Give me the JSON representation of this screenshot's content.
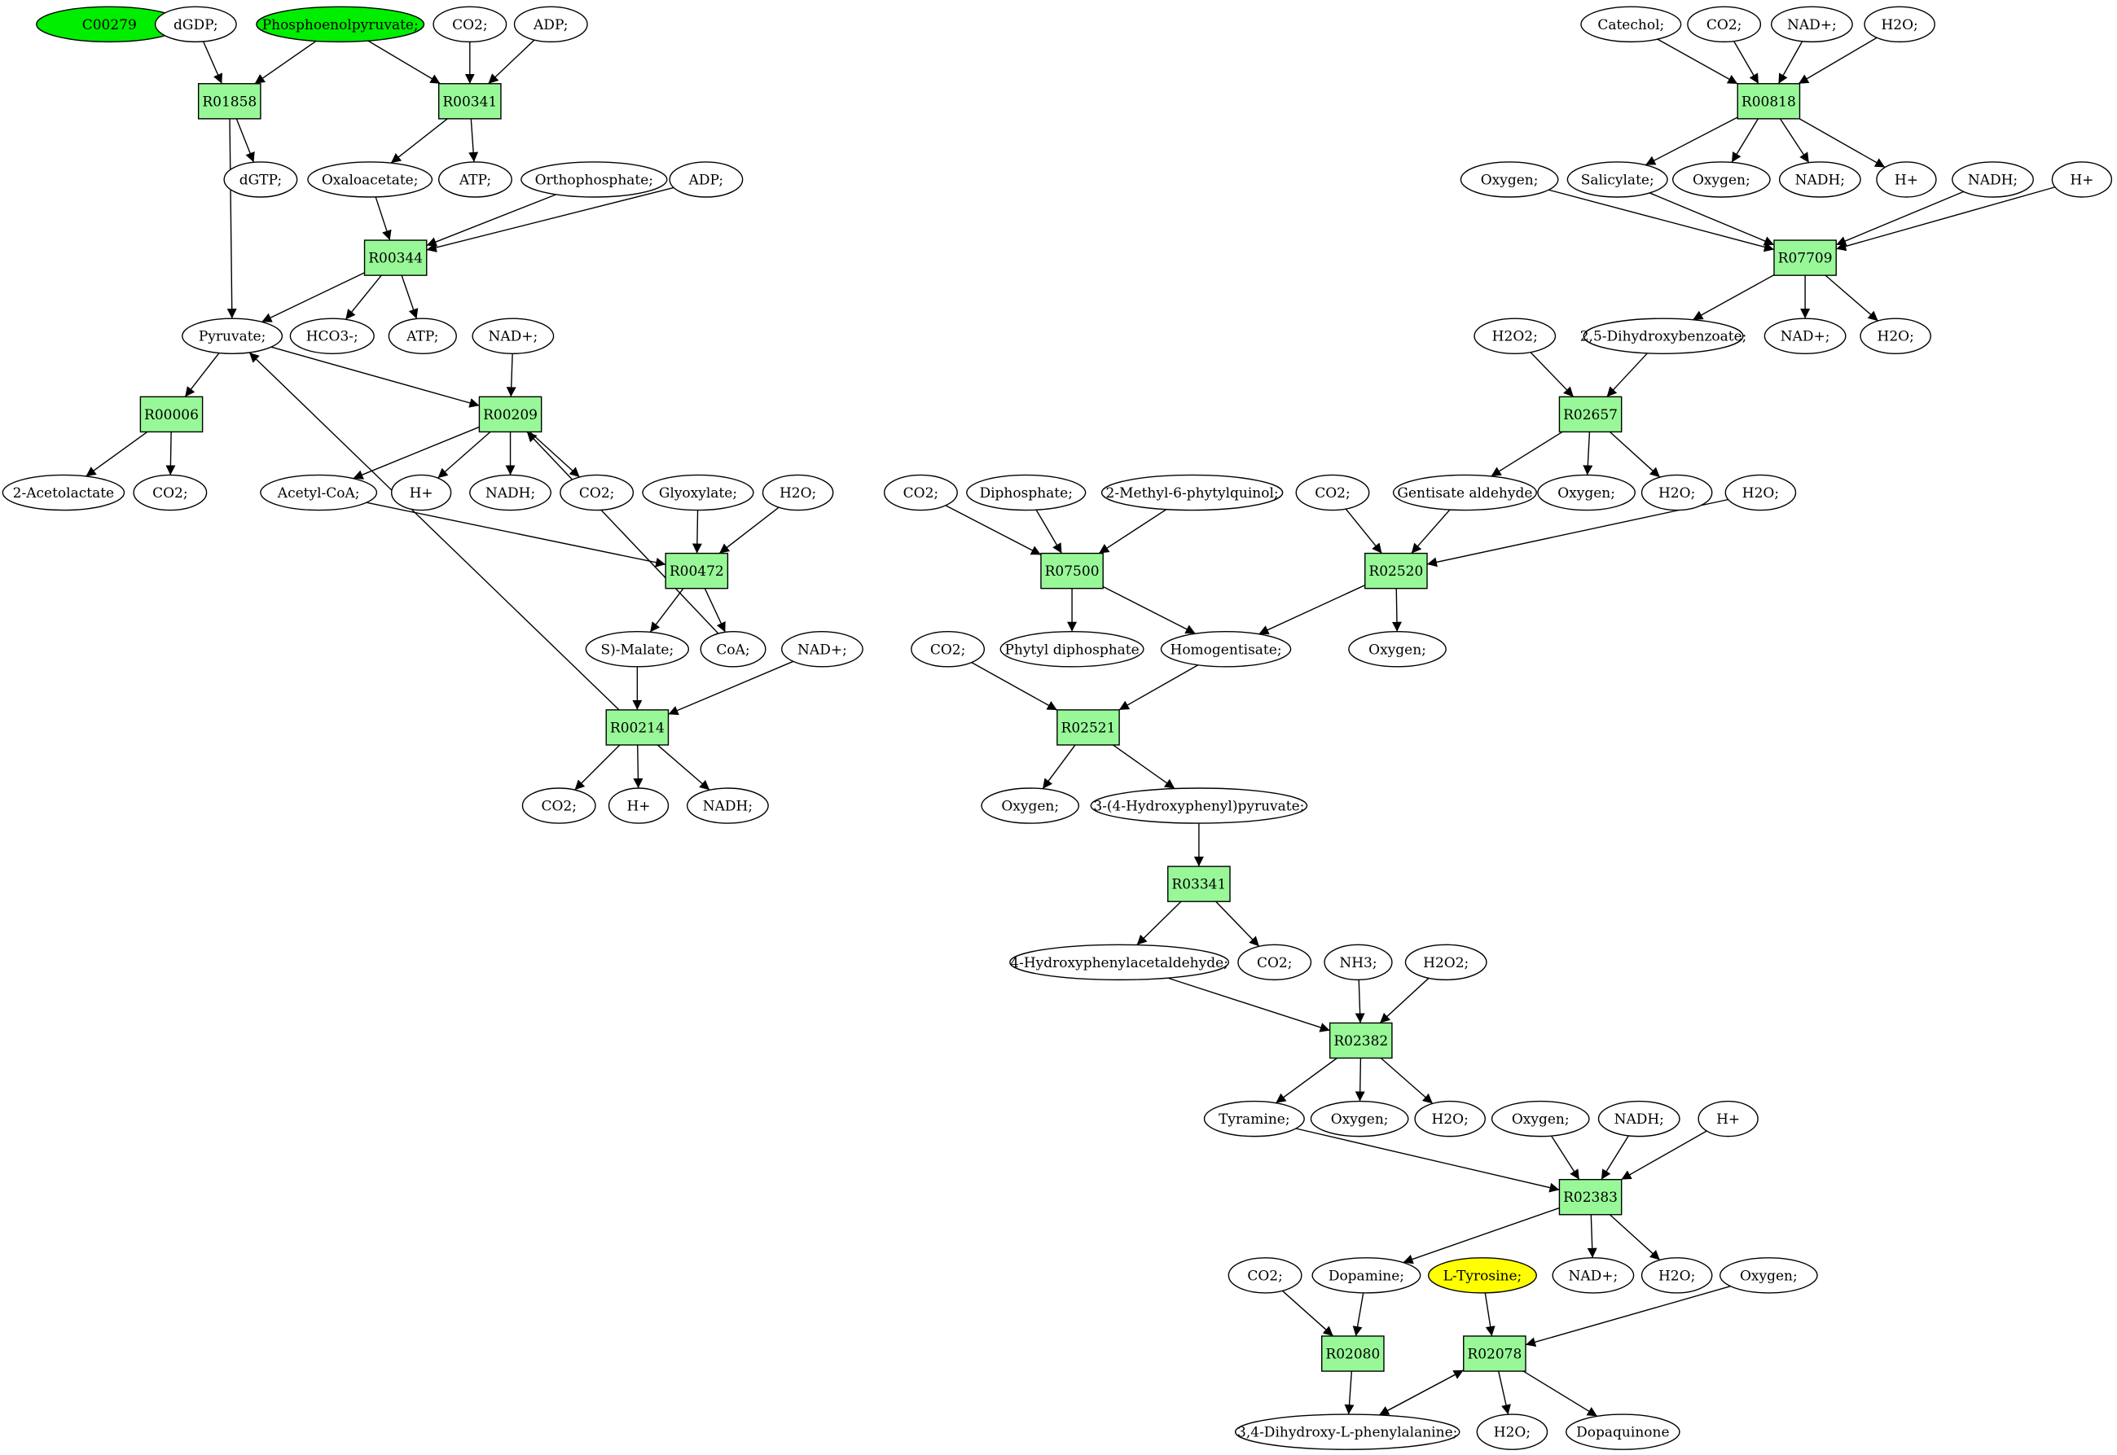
{
  "colors": {
    "reaction_fill": "#98f898",
    "compound_fill": "#ffffff",
    "highlight_green": "#00ee00",
    "highlight_yellow": "#ffff00",
    "stroke": "#000000"
  },
  "compounds": [
    {
      "id": "c_C00279",
      "label": "C00279",
      "fill": "green"
    },
    {
      "id": "c_dGDP",
      "label": "dGDP;"
    },
    {
      "id": "c_PEP",
      "label": "Phosphoenolpyruvate;",
      "fill": "green"
    },
    {
      "id": "c_CO2_a",
      "label": "CO2;"
    },
    {
      "id": "c_ADP_a",
      "label": "ADP;"
    },
    {
      "id": "c_dGTP",
      "label": "dGTP;"
    },
    {
      "id": "c_Oxaloacetate",
      "label": "Oxaloacetate;"
    },
    {
      "id": "c_ATP_a",
      "label": "ATP;"
    },
    {
      "id": "c_Orthophosphate",
      "label": "Orthophosphate;"
    },
    {
      "id": "c_ADP_b",
      "label": "ADP;"
    },
    {
      "id": "c_Pyruvate",
      "label": "Pyruvate;"
    },
    {
      "id": "c_HCO3",
      "label": "HCO3-;"
    },
    {
      "id": "c_ATP_b",
      "label": "ATP;"
    },
    {
      "id": "c_NADp_a",
      "label": "NAD+;"
    },
    {
      "id": "c_Acetolactate",
      "label": "2-Acetolactate"
    },
    {
      "id": "c_CO2_b",
      "label": "CO2;"
    },
    {
      "id": "c_AcetylCoA",
      "label": "Acetyl-CoA;"
    },
    {
      "id": "c_Hp_a",
      "label": "H+"
    },
    {
      "id": "c_NADH_a",
      "label": "NADH;"
    },
    {
      "id": "c_CO2_c",
      "label": "CO2;"
    },
    {
      "id": "c_Glyoxylate",
      "label": "Glyoxylate;"
    },
    {
      "id": "c_H2O_a",
      "label": "H2O;"
    },
    {
      "id": "c_SMalate",
      "label": "S)-Malate;"
    },
    {
      "id": "c_CoA",
      "label": "CoA;"
    },
    {
      "id": "c_NADp_b",
      "label": "NAD+;"
    },
    {
      "id": "c_CO2_d",
      "label": "CO2;"
    },
    {
      "id": "c_Hp_b",
      "label": "H+"
    },
    {
      "id": "c_NADH_b",
      "label": "NADH;"
    },
    {
      "id": "c_Catechol",
      "label": "Catechol;"
    },
    {
      "id": "c_CO2_e",
      "label": "CO2;"
    },
    {
      "id": "c_NADp_c",
      "label": "NAD+;"
    },
    {
      "id": "c_H2O_b",
      "label": "H2O;"
    },
    {
      "id": "c_Oxygen_a",
      "label": "Oxygen;"
    },
    {
      "id": "c_Salicylate",
      "label": "Salicylate;"
    },
    {
      "id": "c_Oxygen_b",
      "label": "Oxygen;"
    },
    {
      "id": "c_NADH_c",
      "label": "NADH;"
    },
    {
      "id": "c_Hp_c",
      "label": "H+"
    },
    {
      "id": "c_NADH_d",
      "label": "NADH;"
    },
    {
      "id": "c_Hp_d",
      "label": "H+"
    },
    {
      "id": "c_H2O2_a",
      "label": "H2O2;"
    },
    {
      "id": "c_DHB",
      "label": "2,5-Dihydroxybenzoate;"
    },
    {
      "id": "c_NADp_d",
      "label": "NAD+;"
    },
    {
      "id": "c_H2O_c",
      "label": "H2O;"
    },
    {
      "id": "c_CO2_f",
      "label": "CO2;"
    },
    {
      "id": "c_Diphosphate",
      "label": "Diphosphate;"
    },
    {
      "id": "c_MPQ",
      "label": "2-Methyl-6-phytylquinol;"
    },
    {
      "id": "c_CO2_g",
      "label": "CO2;"
    },
    {
      "id": "c_GentAld",
      "label": "Gentisate aldehyde"
    },
    {
      "id": "c_Oxygen_c",
      "label": "Oxygen;"
    },
    {
      "id": "c_H2O_d",
      "label": "H2O;"
    },
    {
      "id": "c_H2O_e",
      "label": "H2O;"
    },
    {
      "id": "c_PhytylDP",
      "label": "Phytyl diphosphate"
    },
    {
      "id": "c_Homogentisate",
      "label": "Homogentisate;"
    },
    {
      "id": "c_Oxygen_d",
      "label": "Oxygen;"
    },
    {
      "id": "c_CO2_h",
      "label": "CO2;"
    },
    {
      "id": "c_Oxygen_e",
      "label": "Oxygen;"
    },
    {
      "id": "c_HPP",
      "label": "3-(4-Hydroxyphenyl)pyruvate;"
    },
    {
      "id": "c_HPA",
      "label": "4-Hydroxyphenylacetaldehyde;"
    },
    {
      "id": "c_CO2_i",
      "label": "CO2;"
    },
    {
      "id": "c_NH3",
      "label": "NH3;"
    },
    {
      "id": "c_H2O2_b",
      "label": "H2O2;"
    },
    {
      "id": "c_Tyramine",
      "label": "Tyramine;"
    },
    {
      "id": "c_Oxygen_f",
      "label": "Oxygen;"
    },
    {
      "id": "c_H2O_f",
      "label": "H2O;"
    },
    {
      "id": "c_Oxygen_g",
      "label": "Oxygen;"
    },
    {
      "id": "c_NADH_e",
      "label": "NADH;"
    },
    {
      "id": "c_Hp_e",
      "label": "H+"
    },
    {
      "id": "c_CO2_j",
      "label": "CO2;"
    },
    {
      "id": "c_Dopamine",
      "label": "Dopamine;"
    },
    {
      "id": "c_LTyrosine",
      "label": "L-Tyrosine;",
      "fill": "yellow"
    },
    {
      "id": "c_NADp_e",
      "label": "NAD+;"
    },
    {
      "id": "c_H2O_g",
      "label": "H2O;"
    },
    {
      "id": "c_Oxygen_h",
      "label": "Oxygen;"
    },
    {
      "id": "c_LDOPA",
      "label": "3,4-Dihydroxy-L-phenylalanine;"
    },
    {
      "id": "c_H2O_h",
      "label": "H2O;"
    },
    {
      "id": "c_Dopaquinone",
      "label": "Dopaquinone"
    }
  ],
  "reactions": [
    {
      "id": "R01858",
      "label": "R01858"
    },
    {
      "id": "R00341",
      "label": "R00341"
    },
    {
      "id": "R00344",
      "label": "R00344"
    },
    {
      "id": "R00006",
      "label": "R00006"
    },
    {
      "id": "R00209",
      "label": "R00209"
    },
    {
      "id": "R00472",
      "label": "R00472"
    },
    {
      "id": "R00214",
      "label": "R00214"
    },
    {
      "id": "R00818",
      "label": "R00818"
    },
    {
      "id": "R07709",
      "label": "R07709"
    },
    {
      "id": "R02657",
      "label": "R02657"
    },
    {
      "id": "R07500",
      "label": "R07500"
    },
    {
      "id": "R02520",
      "label": "R02520"
    },
    {
      "id": "R02521",
      "label": "R02521"
    },
    {
      "id": "R03341",
      "label": "R03341"
    },
    {
      "id": "R02382",
      "label": "R02382"
    },
    {
      "id": "R02383",
      "label": "R02383"
    },
    {
      "id": "R02080",
      "label": "R02080"
    },
    {
      "id": "R02078",
      "label": "R02078"
    }
  ],
  "edges": [
    [
      "c_dGDP",
      "R01858"
    ],
    [
      "c_PEP",
      "R01858"
    ],
    [
      "R01858",
      "c_dGTP"
    ],
    [
      "R01858",
      "c_Pyruvate"
    ],
    [
      "c_PEP",
      "R00341"
    ],
    [
      "c_CO2_a",
      "R00341"
    ],
    [
      "c_ADP_a",
      "R00341"
    ],
    [
      "R00341",
      "c_Oxaloacetate"
    ],
    [
      "R00341",
      "c_ATP_a"
    ],
    [
      "c_Oxaloacetate",
      "R00344"
    ],
    [
      "c_Orthophosphate",
      "R00344"
    ],
    [
      "c_ADP_b",
      "R00344"
    ],
    [
      "R00344",
      "c_Pyruvate"
    ],
    [
      "R00344",
      "c_HCO3"
    ],
    [
      "R00344",
      "c_ATP_b"
    ],
    [
      "c_Pyruvate",
      "R00006"
    ],
    [
      "R00006",
      "c_Acetolactate"
    ],
    [
      "R00006",
      "c_CO2_b"
    ],
    [
      "c_Pyruvate",
      "R00209"
    ],
    [
      "c_NADp_a",
      "R00209"
    ],
    [
      "c_CoA",
      "R00209"
    ],
    [
      "R00209",
      "c_AcetylCoA"
    ],
    [
      "R00209",
      "c_Hp_a"
    ],
    [
      "R00209",
      "c_NADH_a"
    ],
    [
      "R00209",
      "c_CO2_c"
    ],
    [
      "c_AcetylCoA",
      "R00472"
    ],
    [
      "c_Glyoxylate",
      "R00472"
    ],
    [
      "c_H2O_a",
      "R00472"
    ],
    [
      "R00472",
      "c_SMalate"
    ],
    [
      "R00472",
      "c_CoA"
    ],
    [
      "c_SMalate",
      "R00214"
    ],
    [
      "c_NADp_b",
      "R00214"
    ],
    [
      "R00214",
      "c_Pyruvate"
    ],
    [
      "R00214",
      "c_CO2_d"
    ],
    [
      "R00214",
      "c_Hp_b"
    ],
    [
      "R00214",
      "c_NADH_b"
    ],
    [
      "c_Catechol",
      "R00818"
    ],
    [
      "c_CO2_e",
      "R00818"
    ],
    [
      "c_NADp_c",
      "R00818"
    ],
    [
      "c_H2O_b",
      "R00818"
    ],
    [
      "R00818",
      "c_Salicylate"
    ],
    [
      "R00818",
      "c_Oxygen_b"
    ],
    [
      "R00818",
      "c_NADH_c"
    ],
    [
      "R00818",
      "c_Hp_c"
    ],
    [
      "c_Oxygen_a",
      "R07709"
    ],
    [
      "c_Salicylate",
      "R07709"
    ],
    [
      "c_NADH_d",
      "R07709"
    ],
    [
      "c_Hp_d",
      "R07709"
    ],
    [
      "R07709",
      "c_DHB"
    ],
    [
      "R07709",
      "c_NADp_d"
    ],
    [
      "R07709",
      "c_H2O_c"
    ],
    [
      "c_H2O2_a",
      "R02657"
    ],
    [
      "c_DHB",
      "R02657"
    ],
    [
      "R02657",
      "c_GentAld"
    ],
    [
      "R02657",
      "c_Oxygen_c"
    ],
    [
      "R02657",
      "c_H2O_d"
    ],
    [
      "c_CO2_f",
      "R07500"
    ],
    [
      "c_Diphosphate",
      "R07500"
    ],
    [
      "c_MPQ",
      "R07500"
    ],
    [
      "R07500",
      "c_PhytylDP"
    ],
    [
      "R07500",
      "c_Homogentisate"
    ],
    [
      "c_CO2_g",
      "R02520"
    ],
    [
      "c_GentAld",
      "R02520"
    ],
    [
      "c_H2O_e",
      "R02520"
    ],
    [
      "R02520",
      "c_Homogentisate"
    ],
    [
      "R02520",
      "c_Oxygen_d"
    ],
    [
      "c_CO2_h",
      "R02521"
    ],
    [
      "c_Homogentisate",
      "R02521"
    ],
    [
      "R02521",
      "c_Oxygen_e"
    ],
    [
      "R02521",
      "c_HPP"
    ],
    [
      "c_HPP",
      "R03341"
    ],
    [
      "R03341",
      "c_HPA"
    ],
    [
      "R03341",
      "c_CO2_i"
    ],
    [
      "c_HPA",
      "R02382"
    ],
    [
      "c_NH3",
      "R02382"
    ],
    [
      "c_H2O2_b",
      "R02382"
    ],
    [
      "R02382",
      "c_Tyramine"
    ],
    [
      "R02382",
      "c_Oxygen_f"
    ],
    [
      "R02382",
      "c_H2O_f"
    ],
    [
      "c_Tyramine",
      "R02383"
    ],
    [
      "c_Oxygen_g",
      "R02383"
    ],
    [
      "c_NADH_e",
      "R02383"
    ],
    [
      "c_Hp_e",
      "R02383"
    ],
    [
      "R02383",
      "c_Dopamine"
    ],
    [
      "R02383",
      "c_NADp_e"
    ],
    [
      "R02383",
      "c_H2O_g"
    ],
    [
      "c_CO2_j",
      "R02080"
    ],
    [
      "c_Dopamine",
      "R02080"
    ],
    [
      "R02080",
      "c_LDOPA"
    ],
    [
      "c_LTyrosine",
      "R02078"
    ],
    [
      "c_Oxygen_h",
      "R02078"
    ],
    [
      "c_LDOPA",
      "R02078"
    ],
    [
      "R02078",
      "c_LDOPA"
    ],
    [
      "R02078",
      "c_H2O_h"
    ],
    [
      "R02078",
      "c_Dopaquinone"
    ]
  ]
}
